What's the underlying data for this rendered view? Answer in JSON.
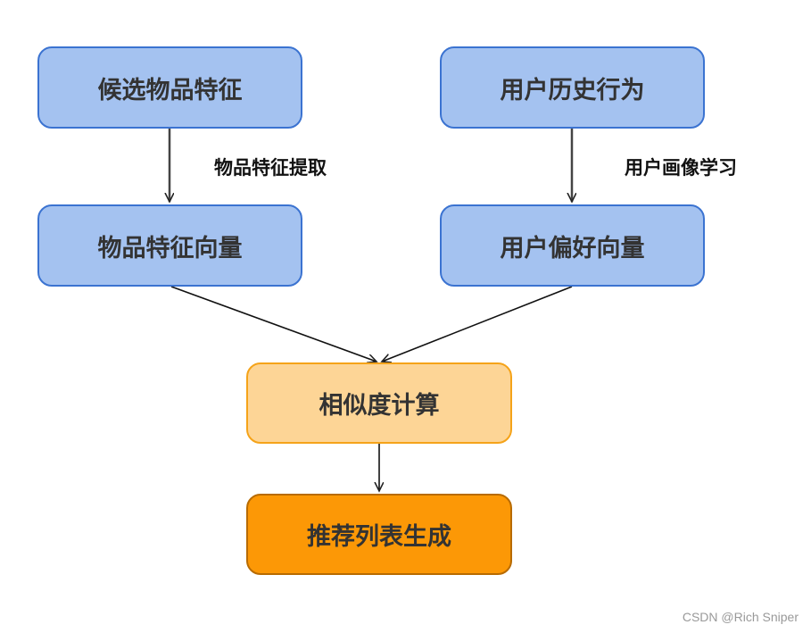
{
  "nodes": {
    "candidate_features": "候选物品特征",
    "user_history": "用户历史行为",
    "item_vector": "物品特征向量",
    "user_vector": "用户偏好向量",
    "similarity": "相似度计算",
    "recommend_list": "推荐列表生成"
  },
  "edges": {
    "item_feature_extraction": "物品特征提取",
    "user_profile_learning": "用户画像学习"
  },
  "watermark": "CSDN @Rich Sniper",
  "colors": {
    "blue_fill": "#a4c2f0",
    "blue_border": "#3b73d1",
    "light_orange_fill": "#fdd596",
    "light_orange_border": "#f5a319",
    "orange_fill": "#fc9806",
    "orange_border": "#b86b00",
    "arrow": "#444444"
  }
}
